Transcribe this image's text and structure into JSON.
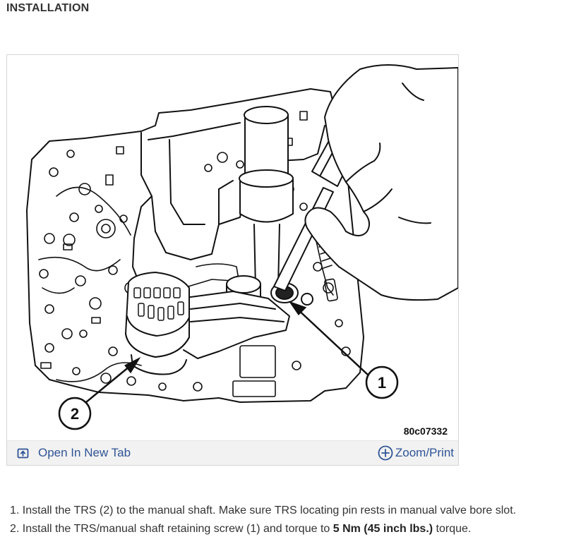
{
  "section": {
    "title": "INSTALLATION"
  },
  "figure": {
    "code": "80c07332",
    "callouts": [
      "1",
      "2"
    ],
    "open_tab_label": "Open In New Tab",
    "open_tab_icon": "open-new-tab-icon",
    "zoom_label": "Zoom/Print",
    "zoom_icon": "zoom-plus-icon",
    "link_color": "#2f5496"
  },
  "steps": [
    {
      "number": "1.",
      "text": "Install the TRS (2) to the manual shaft. Make sure TRS locating pin rests in manual valve bore slot."
    },
    {
      "number": "2.",
      "text_before": "Install the TRS/manual shaft retaining screw (1) and torque to ",
      "torque": "5 Nm (45 inch lbs.)",
      "text_after": " torque."
    }
  ]
}
